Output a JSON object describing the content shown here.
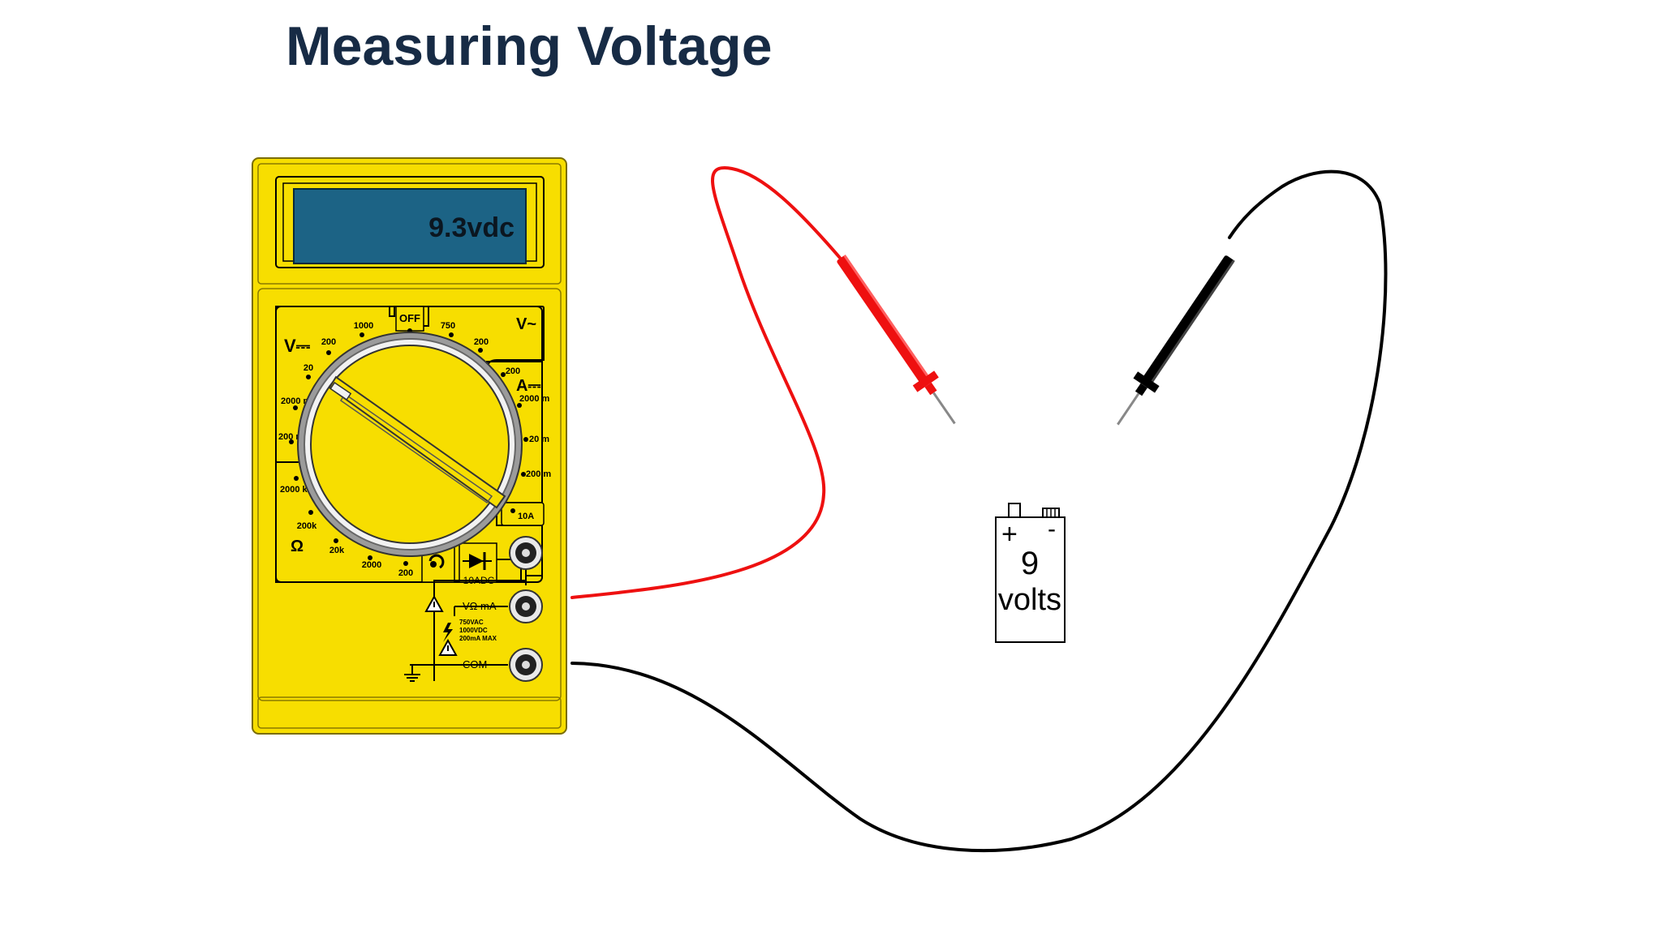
{
  "title": "Measuring Voltage",
  "colors": {
    "title": "#172b45",
    "meter_body": "#f7de00",
    "meter_outline": "#8a7a00",
    "lcd": "#1c6385",
    "red_lead": "#ee1010",
    "black_lead": "#000000"
  },
  "meter": {
    "display": "9.3vdc",
    "dial_labels": {
      "off": "OFF",
      "v_dc": "V⎓",
      "v_ac": "V~",
      "a_dc": "A⎓",
      "ohm": "Ω",
      "v1000": "1000",
      "v200_top": "200",
      "v20": "20",
      "v2000m": "2000 m",
      "v200m": "200 m",
      "ohm2000k": "2000 k",
      "ohm200k": "200k",
      "ohm20k": "20k",
      "ohm2000": "2000",
      "ohm200": "200",
      "ac750": "750",
      "ac200": "200",
      "a200": "200",
      "a2000m": "2000 m",
      "a20m": "20 m",
      "a200m": "200 m",
      "a10": "10A"
    },
    "jacks": {
      "adc": "10ADC",
      "vohm": "VΩ mA",
      "com": "COM",
      "rating1": "750VAC",
      "rating2": "1000VDC",
      "rating3": "200mA MAX"
    }
  },
  "battery": {
    "plus": "+",
    "minus": "-",
    "value": "9",
    "unit": "volts"
  }
}
